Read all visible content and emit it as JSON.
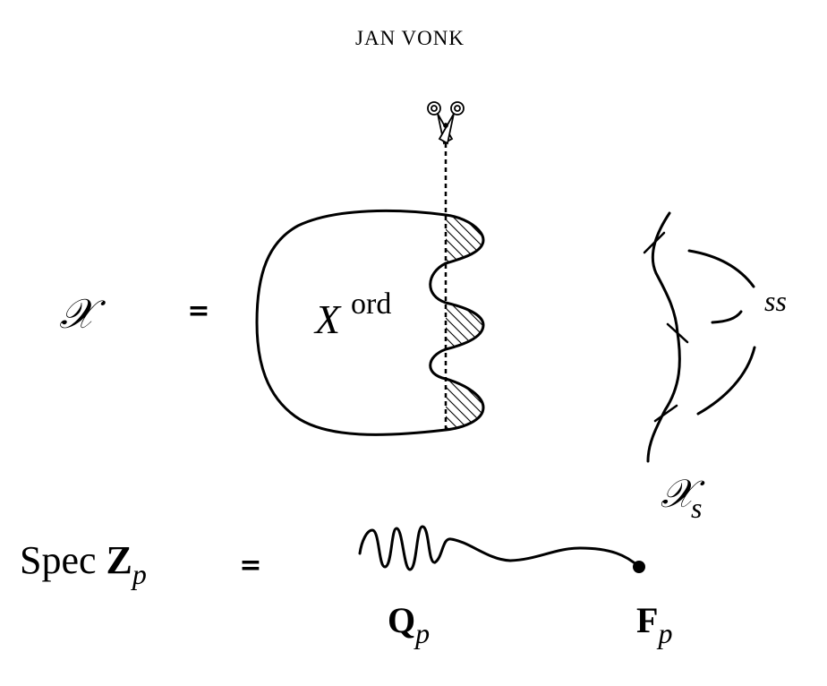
{
  "header": {
    "author": "JAN VONK"
  },
  "top_row": {
    "lhs_symbol": "𝒳",
    "equals": "=",
    "ordinary_base": "X",
    "ordinary_superscript": "ord",
    "supersingular_label": "ss",
    "special_fiber_base": "𝒳",
    "special_fiber_subscript": "s"
  },
  "bottom_row": {
    "lhs_text": "Spec ",
    "lhs_ring": "Z",
    "lhs_subscript": "p",
    "equals": "=",
    "generic_point_base": "Q",
    "generic_point_subscript": "p",
    "closed_point_base": "F",
    "closed_point_subscript": "p"
  },
  "icons": {
    "cut_marker": "scissors-icon"
  }
}
